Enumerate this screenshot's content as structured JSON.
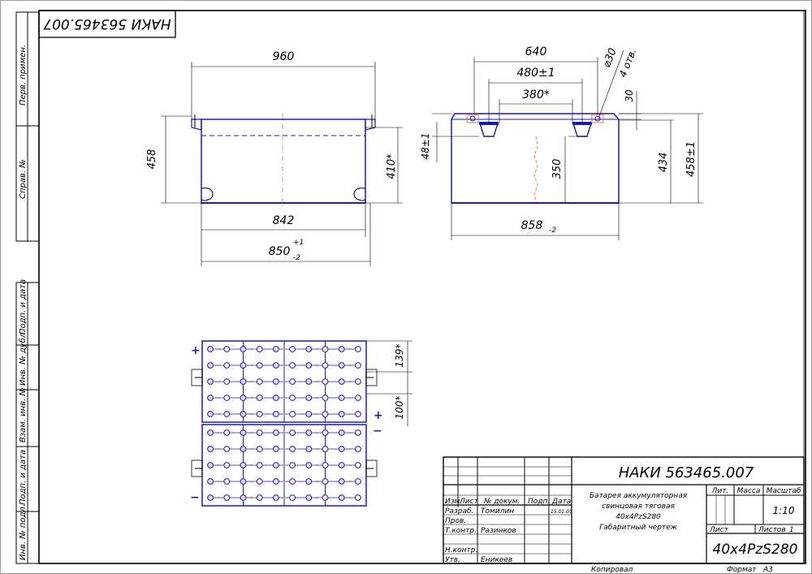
{
  "designation": "НАКИ 563465.007",
  "designation_rotated": "НАКИ 563465.007",
  "side_strips": [
    "Перв. примен.",
    "Справ. №",
    "Подп. и дата",
    "Инв. № дубл.",
    "Взам. инв. №",
    "Подп. и дата",
    "Инв. № подл."
  ],
  "front_view": {
    "overall_width": "960",
    "height": "458",
    "inner_height": "410*",
    "inner_width": "842",
    "base_width": "850",
    "base_tol": "+1",
    "base_tol_lo": "-2"
  },
  "side_view": {
    "width_640": "640",
    "width_480": "480±1",
    "width_380": "380*",
    "hole": "⌀30",
    "holes_count": "4 отв.",
    "dim_30": "30",
    "dim_48": "48±1",
    "dim_350": "350",
    "dim_434": "434",
    "dim_458": "458±1",
    "width_858": "858",
    "width_858_tol": "-2"
  },
  "top_view": {
    "dim_139": "139*",
    "dim_100": "100*",
    "plus": "+",
    "minus": "−"
  },
  "title_block": {
    "code": "НАКИ 563465.007",
    "col_headers": [
      "Изм.",
      "Лист",
      "№ докум.",
      "Подп.",
      "Дата"
    ],
    "roles": [
      "Разраб.",
      "Пров.",
      "Т.контр.",
      "Н.контр.",
      "Утв."
    ],
    "names": [
      "Томилин",
      "",
      "Разинков",
      "",
      "Еникеев"
    ],
    "date": "15.01.05",
    "title_lines": [
      "Батарея аккумуляторная",
      "свинцовая тяговая",
      "40x4PzS280",
      "Габаритный чертеж"
    ],
    "lit_label": "Лит.",
    "mass_label": "Масса",
    "scale_label": "Масштаб",
    "scale_value": "1:10",
    "sheet_label": "Лист",
    "sheets_label": "Листов",
    "sheets_value": "1",
    "org": "40x4PzS280"
  },
  "footer": {
    "copied": "Копировал",
    "format_label": "Формат",
    "format_value": "А3"
  }
}
